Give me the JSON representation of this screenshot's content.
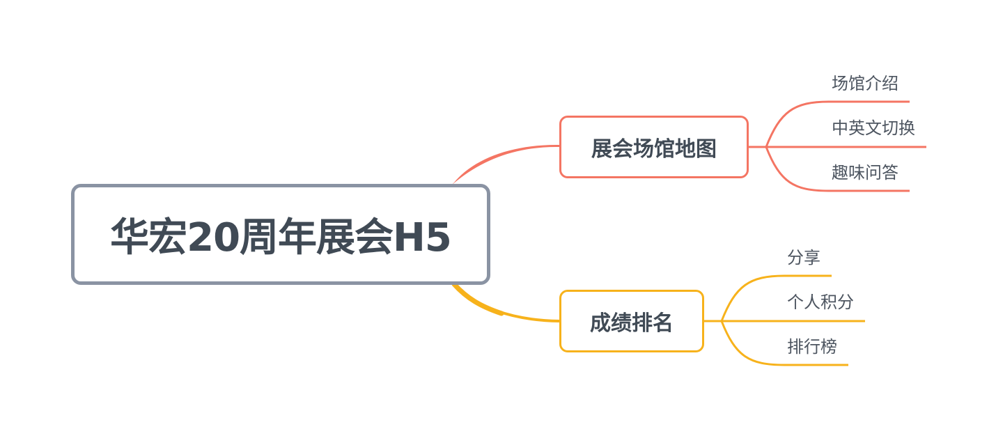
{
  "mindmap": {
    "root": {
      "label": "华宏20周年展会H5",
      "border_color": "#8a93a3"
    },
    "branches": [
      {
        "label": "展会场馆地图",
        "color": "#f47563",
        "children": [
          "场馆介绍",
          "中英文切换",
          "趣味问答"
        ]
      },
      {
        "label": "成绩排名",
        "color": "#f7b21b",
        "children": [
          "分享",
          "个人积分",
          "排行榜"
        ]
      }
    ]
  }
}
